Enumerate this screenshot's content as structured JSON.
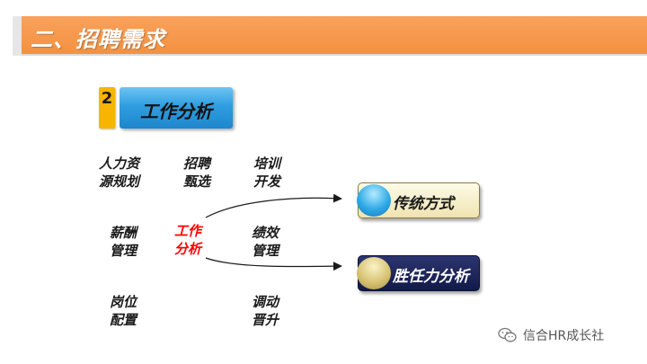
{
  "header": {
    "title": "二、招聘需求"
  },
  "section": {
    "number": "2",
    "title": "工作分析"
  },
  "topics": [
    {
      "line1": "人力资",
      "line2": "源规划"
    },
    {
      "line1": "招聘",
      "line2": "甄选"
    },
    {
      "line1": "培训",
      "line2": "开发"
    },
    {
      "line1": "薪酬",
      "line2": "管理"
    },
    {
      "line1": "工作",
      "line2": "分析"
    },
    {
      "line1": "绩效",
      "line2": "管理"
    },
    {
      "line1": "岗位",
      "line2": "配置"
    },
    {
      "line1": "调动",
      "line2": "晋升"
    }
  ],
  "methods": [
    "传统方式",
    "胜任力分析"
  ],
  "colors": {
    "header_bar": "#f4913f",
    "highlight": "#ff0000",
    "section_box": "#2f9ee0",
    "number_box": "#f7b500"
  },
  "watermark": {
    "icon": "wechat-icon",
    "text": "信合HR成长社"
  }
}
